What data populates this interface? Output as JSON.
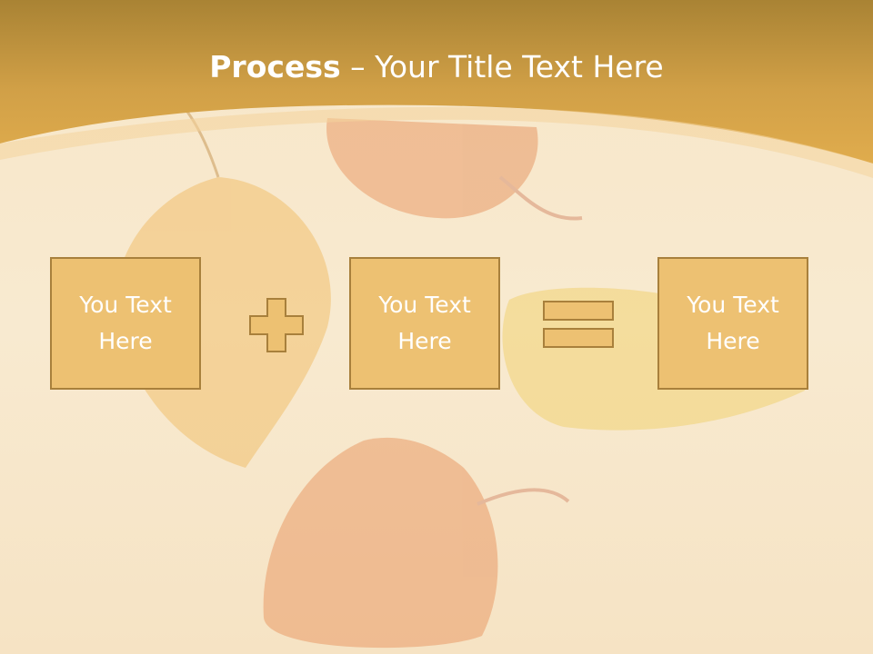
{
  "slide": {
    "title_bold": "Process",
    "title_rest": " – Your Title Text Here",
    "boxes": [
      {
        "text": "You Text Here"
      },
      {
        "text": "You Text Here"
      },
      {
        "text": "You Text Here"
      }
    ],
    "operators": [
      "plus-icon",
      "equals-icon"
    ]
  },
  "colors": {
    "header_band": "#d9a748",
    "box_fill": "#edc172",
    "box_border": "#a8803c",
    "background": "#f7e6c8",
    "text": "#ffffff"
  }
}
